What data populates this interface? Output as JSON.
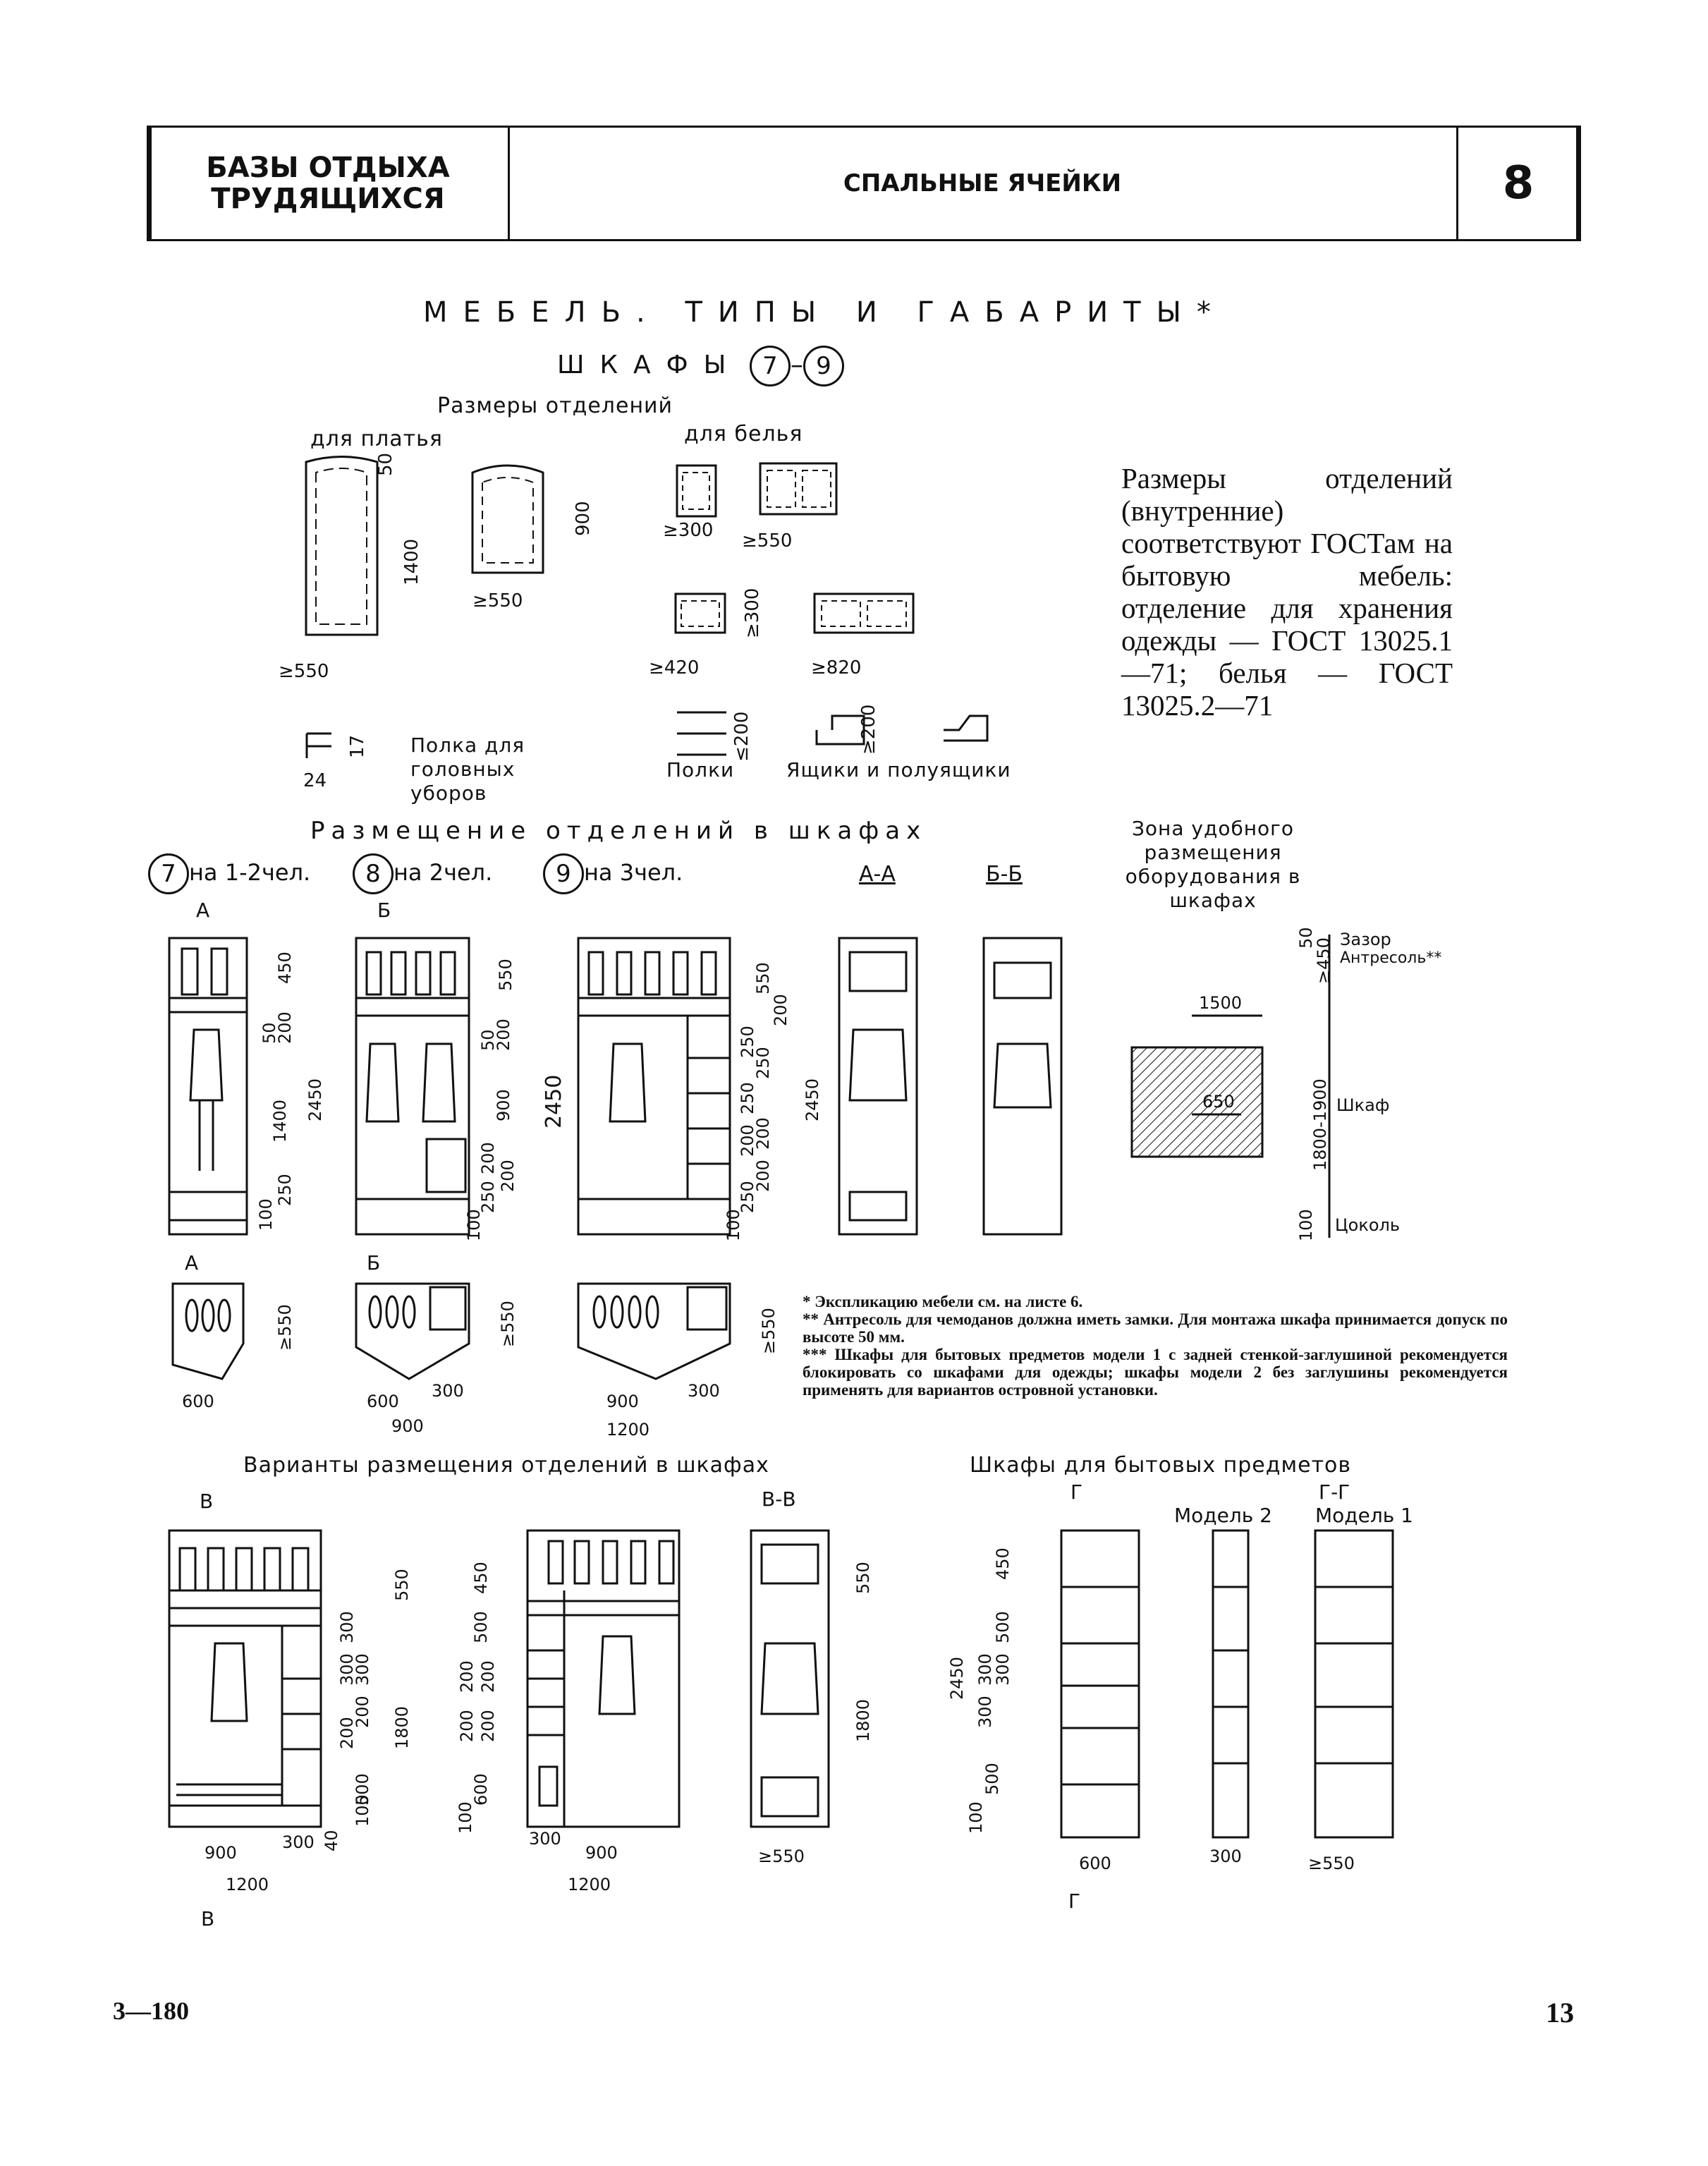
{
  "header": {
    "section_line1": "БАЗЫ ОТДЫХА",
    "section_line2": "ТРУДЯЩИХСЯ",
    "topic": "СПАЛЬНЫЕ ЯЧЕЙКИ",
    "sheet_number": "8"
  },
  "title": {
    "main": "МЕБЕЛЬ. ТИПЫ И ГАБАРИТЫ*",
    "sub": "ШКАФЫ",
    "sub_from": "7",
    "sub_to": "9"
  },
  "compartments": {
    "heading": "Размеры отделений",
    "dress_label": "для платья",
    "linen_label": "для белья",
    "shelf_headwear": "Полка для головных уборов",
    "shelves_label": "Полки",
    "drawers_label": "Ящики и полуящики",
    "dims": {
      "d50": "50",
      "d1400": "1400",
      "d900": "900",
      "w550a": "≥550",
      "w550b": "≥550",
      "w300": "≥300",
      "w550c": "≥550",
      "w420": "≥420",
      "h300": "≥300",
      "w820": "≥820",
      "h17": "17",
      "w24": "24",
      "h200a": "≤200",
      "h200b": "≥200"
    }
  },
  "note": "Размеры отделений (внутренние) соответствуют ГОСТам на бытовую мебель: отделение для хранения одежды — ГОСТ 13025.1—71; белья — ГОСТ 13025.2—71",
  "placement": {
    "heading": "Размещение отделений в шкафах",
    "types": [
      {
        "num": "7",
        "label": "на 1-2чел."
      },
      {
        "num": "8",
        "label": "на 2чел."
      },
      {
        "num": "9",
        "label": "на 3чел."
      }
    ],
    "section_aa": "А-А",
    "section_bb": "Б-Б",
    "cut_a": "А",
    "cut_b": "Б",
    "dims_7": [
      "450",
      "50",
      "200",
      "1400",
      "250",
      "100",
      "2450",
      "≥550",
      "600"
    ],
    "dims_8": [
      "550",
      "50",
      "200",
      "900",
      "200",
      "200",
      "250",
      "100",
      "≥550",
      "600",
      "300",
      "900"
    ],
    "dims_9": [
      "550",
      "200",
      "250",
      "250",
      "250",
      "200",
      "200",
      "200",
      "250",
      "100",
      "2450",
      "2450",
      "≥550",
      "900",
      "300",
      "1200"
    ]
  },
  "zone": {
    "heading": "Зона удобного размещения оборудования в шкафах",
    "v1500": "1500",
    "v650": "650",
    "z50": "50",
    "z450": "≥450",
    "zazor": "Зазор",
    "antresol": "Антресоль**",
    "range": "1800-1900",
    "shkaf": "Шкаф",
    "z100": "100",
    "tsokol": "Цоколь"
  },
  "footnotes": [
    "* Экспликацию мебели см. на листе 6.",
    "** Антресоль для чемоданов должна иметь замки. Для монтажа шкафа принимается допуск по высоте 50 мм.",
    "*** Шкафы для бытовых предметов модели 1 с задней стенкой-заглушиной рекомендуется блокировать со шкафами для одежды; шкафы модели 2 без заглушины рекомендуется применять для вариантов островной установки."
  ],
  "variants": {
    "heading": "Варианты размещения отделений в шкафах",
    "section_vv": "В-В",
    "cut_v": "В",
    "dims_left": [
      "550",
      "300",
      "300",
      "300",
      "200",
      "200",
      "500",
      "100",
      "40",
      "1800",
      "900",
      "300",
      "1200"
    ],
    "dims_mid": [
      "450",
      "500",
      "200",
      "200",
      "200",
      "200",
      "600",
      "100",
      "300",
      "900",
      "1200"
    ],
    "dims_right": [
      "550",
      "1800",
      "≥550"
    ]
  },
  "household": {
    "heading": "Шкафы для бытовых предметов",
    "cut_g": "Г",
    "section_gg": "Г-Г",
    "model2": "Модель 2",
    "model1": "Модель 1",
    "dims": [
      "450",
      "500",
      "300",
      "300",
      "300",
      "500",
      "100",
      "2450",
      "600",
      "300",
      "≥550"
    ]
  },
  "footer": {
    "code": "3—180",
    "page": "13"
  }
}
